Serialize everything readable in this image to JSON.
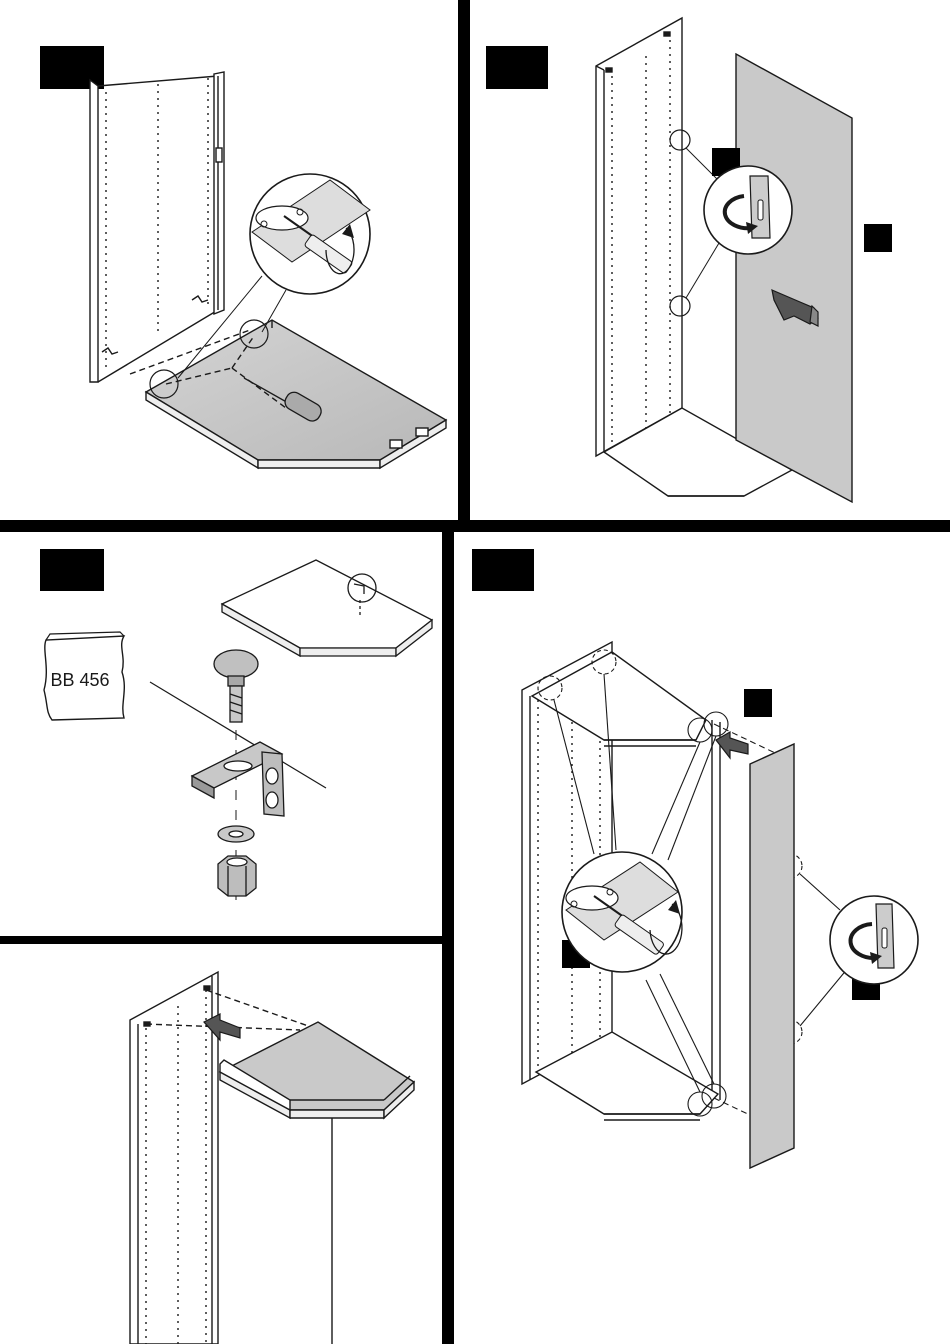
{
  "page": {
    "background": "#ffffff",
    "ink": "#1a1a1a",
    "panel_fill": "#c9c9c9",
    "divider": "#000000"
  },
  "panels": [
    {
      "id": "step-a",
      "badge": "",
      "callouts": []
    },
    {
      "id": "step-b",
      "badge": "",
      "callouts": [
        "",
        ""
      ]
    },
    {
      "id": "step-c",
      "badge": "",
      "bag_label": "BB 456"
    },
    {
      "id": "step-d",
      "badge": "",
      "callouts": [
        "",
        "",
        ""
      ]
    },
    {
      "id": "step-e",
      "badge": ""
    }
  ],
  "icons": [
    "screwdriver-icon",
    "rotation-arrow-icon",
    "push-arrow-icon",
    "hardware-bag-icon",
    "carriage-bolt-icon",
    "angle-bracket-icon",
    "washer-icon",
    "hex-nut-icon"
  ]
}
